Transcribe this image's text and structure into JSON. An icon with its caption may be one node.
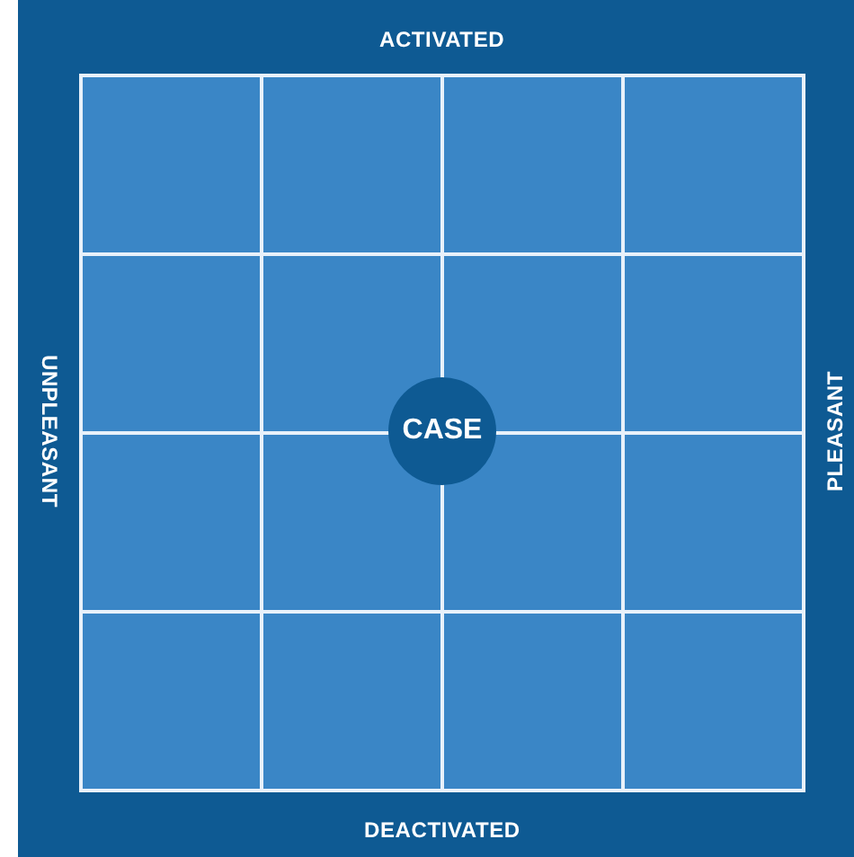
{
  "diagram": {
    "nodes": [
      {
        "text": [
          "CASE"
        ]
      }
    ],
    "labels": [
      "ACTIVATED",
      "UNPLEASANT",
      "PLEASANT",
      "DEACTIVATED"
    ]
  }
}
